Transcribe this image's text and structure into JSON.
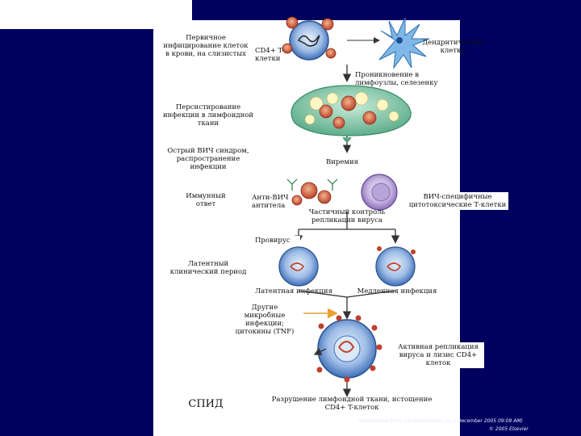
{
  "labels": {
    "primary_infection": "Первичное\nинфицирование клеток\nв крови, на слизистых",
    "cd4_cell": "CD4+ T-\nклетки",
    "dendritic_cell": "Дендритическая\nклетка",
    "spread_lymph": "Проникновение в\nлимфоузлы, селезенку",
    "persistent_infection": "Персистирование\nинфекции в лимфоидной\nткани",
    "acute_hiv": "Острый ВИЧ синдром,\nраспространение\nинфекции",
    "viremia": "Виремия",
    "immune_response": "Иммунный\nответ",
    "anti_hiv_ab": "Анти-ВИЧ\nантитела",
    "partial_control": "Частичный контроль\nрепликации вируса",
    "hiv_ctl": "ВИЧ-специфичные\nцитотоксические Т-клетки",
    "provirus": "Провирус",
    "latent_period": "Латентный\nклинический период",
    "latent_infection": "Латентная инфекция",
    "slow_infection": "Медленная инфекция",
    "other_infections": "Другие\nмикробные\nинфекции;\nцитокины (TNF)",
    "active_replication": "Активная репликация\nвируса и лизис CD4+\nклеток",
    "aids": "СПИД",
    "destruction": "Разрушение лимфоидной ткани, истощение\nCD4+ T-клеток"
  },
  "credit": {
    "line1": "Downloaded from: StudentConsult (on 1 December 2005 09:09 AM)",
    "line2": "© 2005 Elsevier"
  },
  "colors": {
    "background": "#00005e",
    "panel": "#ffffff",
    "cell_blue": "#3f6fb8",
    "virus": "#c0402a",
    "lymph_node": "#7fc7a8",
    "ctl_purple": "#8a6db8",
    "cytokine_arrow": "#e8a030"
  }
}
